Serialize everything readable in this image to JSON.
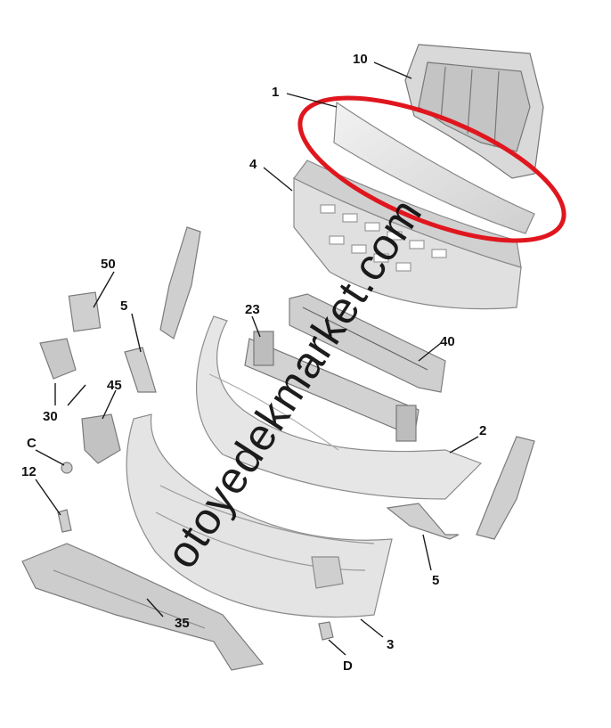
{
  "diagram": {
    "callouts": [
      {
        "id": "p1",
        "label": "1"
      },
      {
        "id": "p2",
        "label": "2"
      },
      {
        "id": "p3",
        "label": "3"
      },
      {
        "id": "p4",
        "label": "4"
      },
      {
        "id": "p5a",
        "label": "5"
      },
      {
        "id": "p5b",
        "label": "5"
      },
      {
        "id": "p10",
        "label": "10"
      },
      {
        "id": "p12",
        "label": "12"
      },
      {
        "id": "p23",
        "label": "23"
      },
      {
        "id": "p30",
        "label": "30"
      },
      {
        "id": "p35",
        "label": "35"
      },
      {
        "id": "p40",
        "label": "40"
      },
      {
        "id": "p45",
        "label": "45"
      },
      {
        "id": "p50",
        "label": "50"
      },
      {
        "id": "pC",
        "label": "C"
      },
      {
        "id": "pD",
        "label": "D"
      }
    ],
    "highlight": {
      "part": "1",
      "color": "#e0161e"
    },
    "watermark": "otoyedekmarket.com",
    "colors": {
      "line": "#1a1a1a",
      "part_fill": "#e3e3e3",
      "part_stroke": "#8a8a8a",
      "dark_fill": "#bdbdbd"
    }
  }
}
